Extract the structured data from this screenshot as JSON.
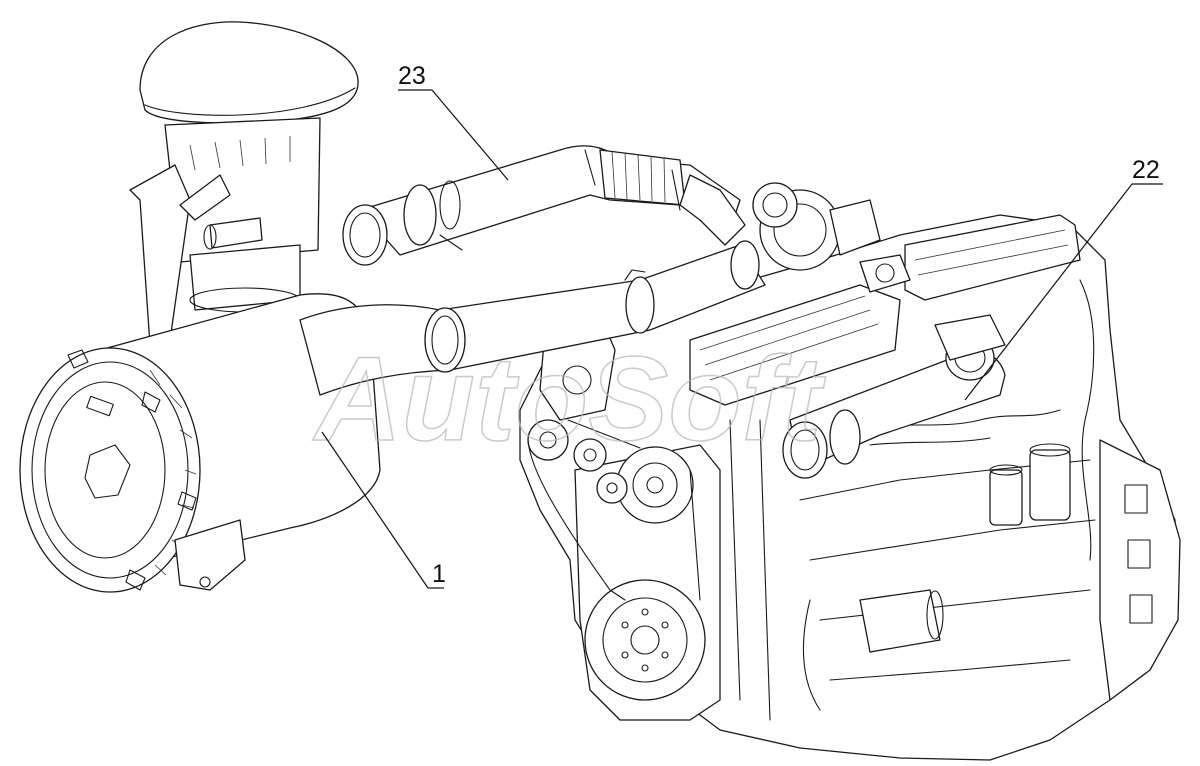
{
  "diagram": {
    "callouts": [
      {
        "id": "1",
        "label": "1"
      },
      {
        "id": "22",
        "label": "22"
      },
      {
        "id": "23",
        "label": "23"
      }
    ],
    "watermark": "AutoSoft"
  }
}
